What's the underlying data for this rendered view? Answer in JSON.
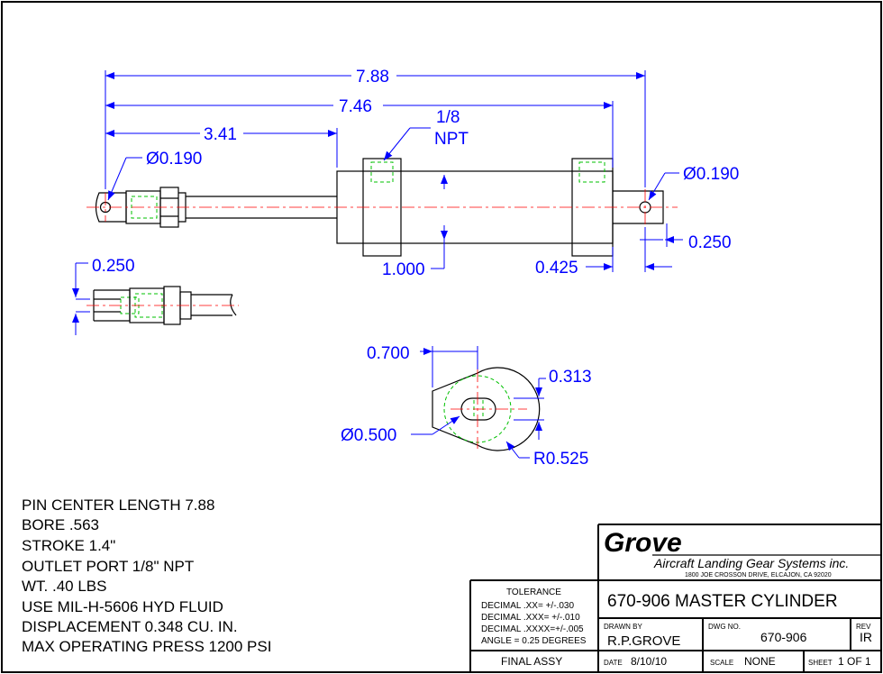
{
  "dimensions": {
    "overall_length": "7.88",
    "body_length": "7.46",
    "rod_length": "3.41",
    "port_callout": [
      "1/8",
      "NPT"
    ],
    "left_pin_dia": "Ø0.190",
    "right_pin_dia": "Ø0.190",
    "right_end_width": "0.250",
    "body_dia": "1.000",
    "end_offset": "0.425",
    "clevis_slot": "0.250",
    "eye_width": "0.700",
    "eye_offset": "0.313",
    "eye_hole_dia": "Ø0.500",
    "eye_radius": "R0.525"
  },
  "notes": [
    "PIN CENTER LENGTH 7.88",
    "BORE .563",
    "STROKE 1.4\"",
    "OUTLET PORT 1/8\" NPT",
    "WT. .40 LBS",
    "USE MIL-H-5606 HYD FLUID",
    "DISPLACEMENT 0.348 CU. IN.",
    "MAX OPERATING PRESS 1200 PSI"
  ],
  "title_block": {
    "logo": "Grove",
    "company": "Aircraft Landing Gear Systems inc.",
    "address": "1800 JOE CROSSON DRIVE, ELCAJON, CA 92020",
    "tolerance_heading": "TOLERANCE",
    "tolerance_lines": [
      "DECIMAL  .XX=  +/-.030",
      "DECIMAL  .XXX= +/-.010",
      "DECIMAL  .XXXX=+/-.005",
      "ANGLE = 0.25 DEGREES"
    ],
    "title": "670-906 MASTER CYLINDER",
    "drawn_by_label": "DRAWN BY",
    "drawn_by": "R.P.GROVE",
    "dwg_no_label": "DWG NO.",
    "dwg_no": "670-906",
    "rev_label": "REV",
    "rev": "IR",
    "final_assy": "FINAL ASSY",
    "date_label": "DATE",
    "date": "8/10/10",
    "scale_label": "SCALE",
    "scale": "NONE",
    "sheet_label": "SHEET",
    "sheet": "1 OF 1"
  }
}
